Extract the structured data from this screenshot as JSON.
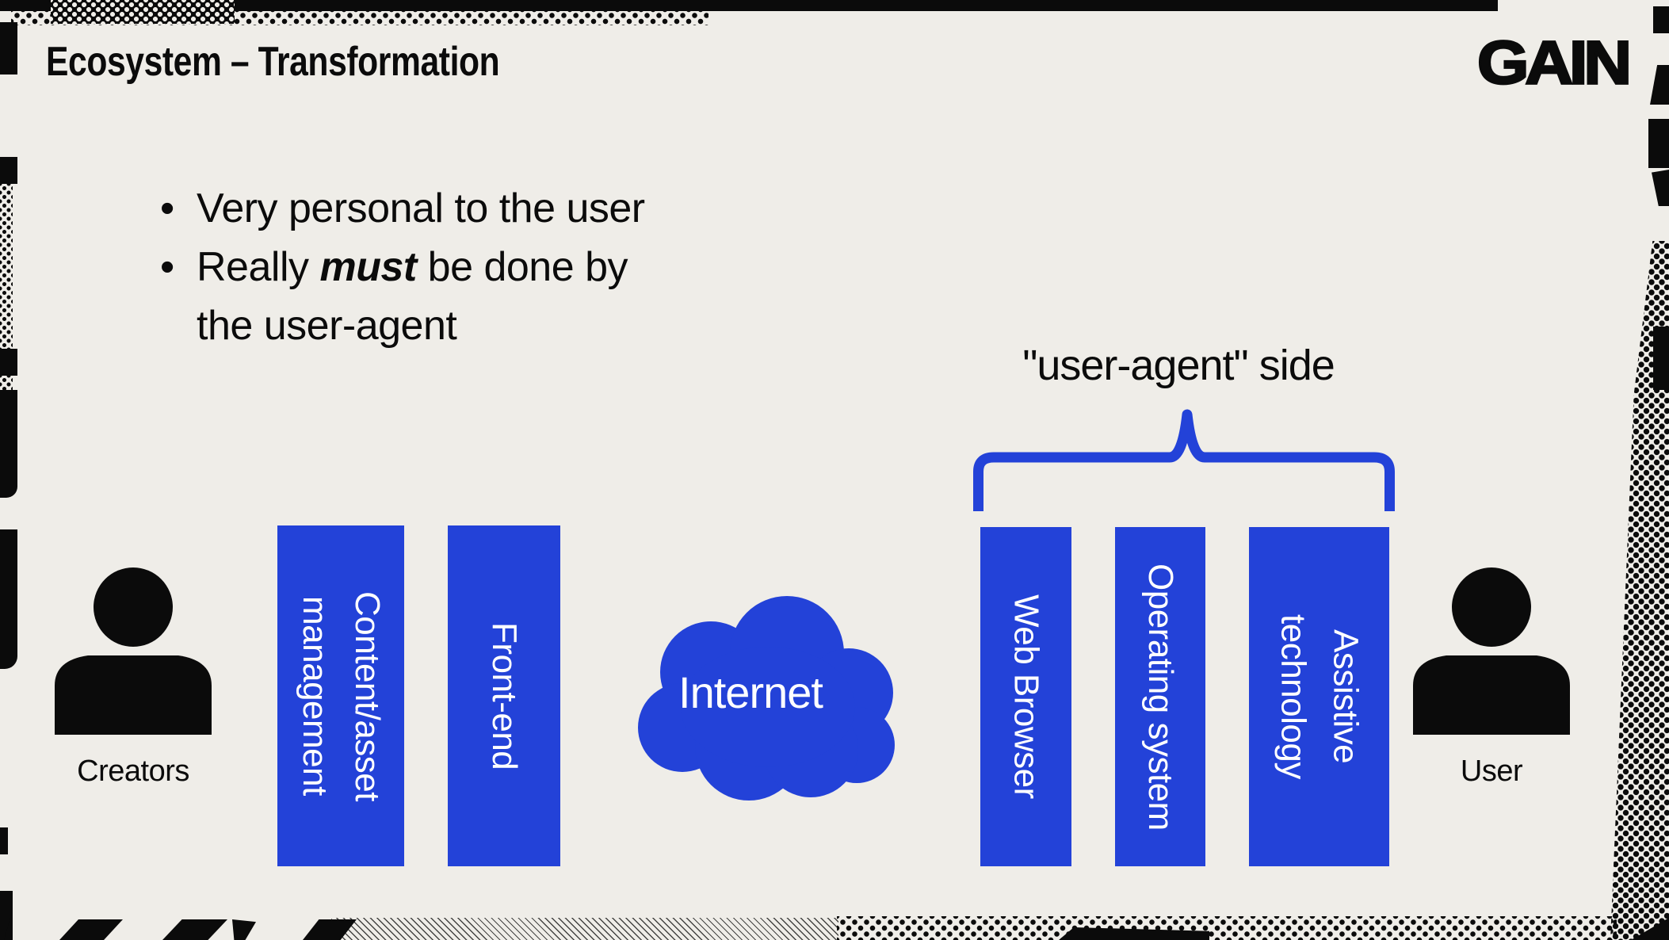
{
  "slide": {
    "title": "Ecosystem – Transformation",
    "logo_text": "GAIN",
    "bullets": {
      "glyph": "•",
      "item1": "Very personal to the user",
      "item2_pre": "Really ",
      "item2_emphasis": "must",
      "item2_post": " be done by the user-agent"
    },
    "brace_label": "\"user-agent\" side",
    "diagram": {
      "left_actor_label": "Creators",
      "right_actor_label": "User",
      "cloud_label": "Internet",
      "bars": [
        {
          "id": "content-asset-management",
          "label": "Content/asset\nmanagement"
        },
        {
          "id": "front-end",
          "label": "Front-end"
        },
        {
          "id": "web-browser",
          "label": "Web Browser"
        },
        {
          "id": "operating-system",
          "label": "Operating system"
        },
        {
          "id": "assistive-technology",
          "label": "Assistive\ntechnology"
        }
      ]
    },
    "colors": {
      "background": "#EFEDE8",
      "accent_blue": "#2342D8",
      "ink": "#0B0B0B"
    }
  }
}
